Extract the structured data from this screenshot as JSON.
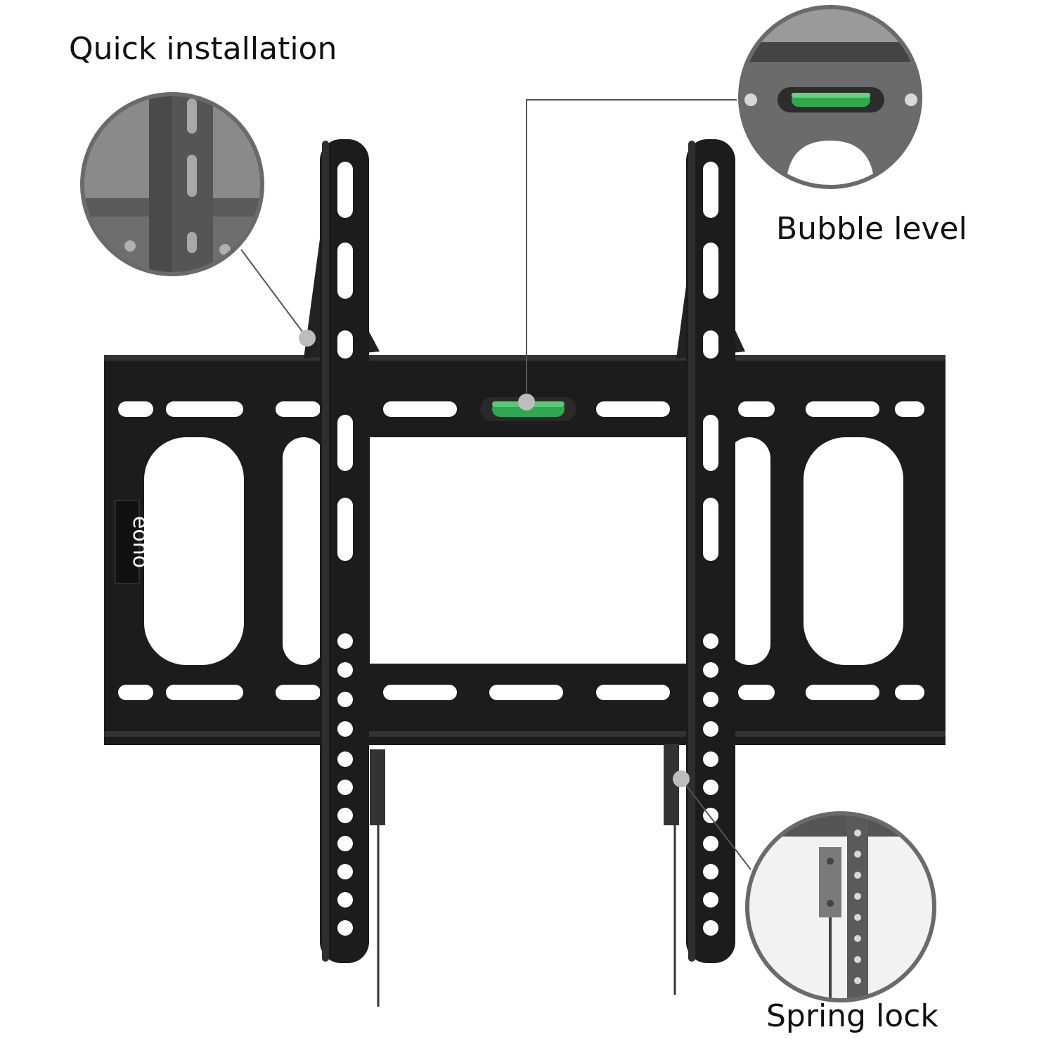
{
  "labels": {
    "quick_installation": "Quick installation",
    "bubble_level": "Bubble level",
    "spring_lock": "Spring lock"
  },
  "brand": {
    "logo_text": "eono"
  },
  "colors": {
    "metal": "#1c1c1c",
    "metal_edge": "#2e2e2e",
    "callout_line": "#555555",
    "callout_ring": "#6a6a6a",
    "level_green": "#2fa84f",
    "marker": "#bdbdbd"
  }
}
